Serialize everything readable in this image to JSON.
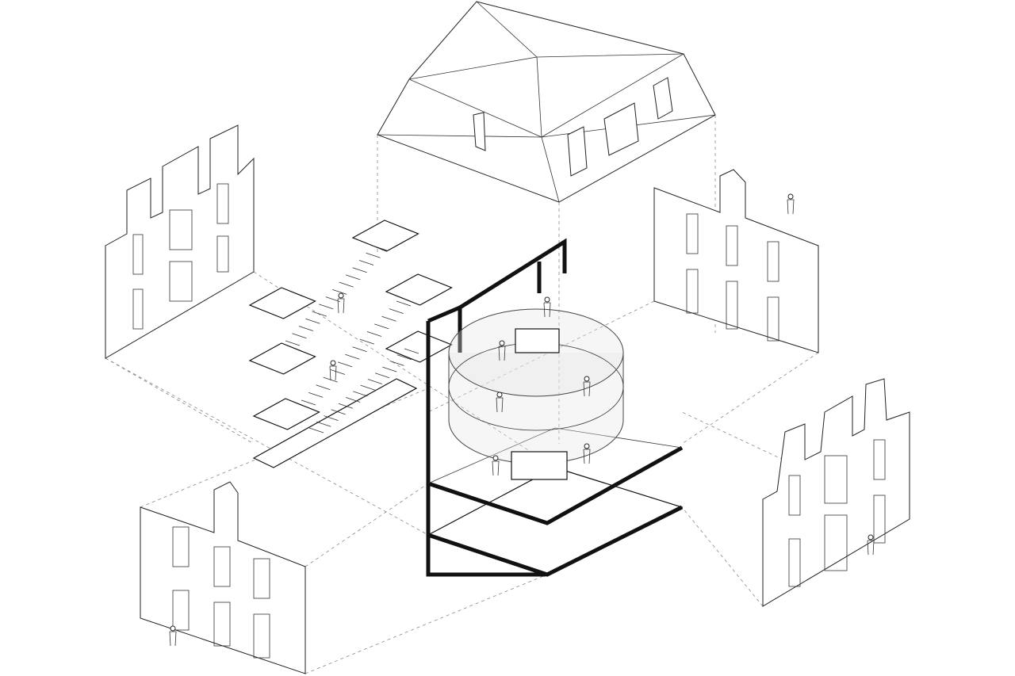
{
  "diagram": {
    "type": "exploded-axonometric",
    "components": [
      "roof",
      "facade-north-west",
      "facade-north-east",
      "facade-south-west",
      "facade-south-east",
      "stair-slabs",
      "core-structure",
      "cylindrical-volume"
    ],
    "colors": {
      "line": "#222222",
      "background": "#ffffff",
      "guide": "#888888"
    }
  }
}
